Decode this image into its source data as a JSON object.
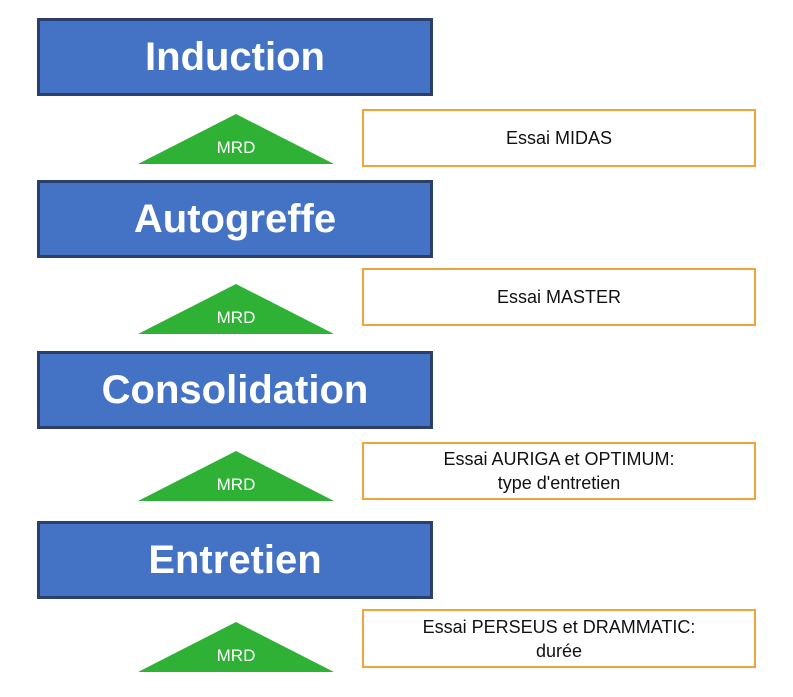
{
  "colors": {
    "phase_fill": "#4472c4",
    "phase_border": "#2b3f6b",
    "phase_text": "#ffffff",
    "triangle_fill": "#2eb135",
    "trial_border": "#f2a33a"
  },
  "phases": [
    {
      "label": "Induction"
    },
    {
      "label": "Autogreffe"
    },
    {
      "label": "Consolidation"
    },
    {
      "label": "Entretien"
    }
  ],
  "mrd_label": "MRD",
  "trials": [
    {
      "lines": [
        "Essai MIDAS"
      ]
    },
    {
      "lines": [
        "Essai MASTER"
      ]
    },
    {
      "lines": [
        "Essai AURIGA et OPTIMUM:",
        "type d'entretien"
      ]
    },
    {
      "lines": [
        "Essai PERSEUS et DRAMMATIC:",
        "durée"
      ]
    }
  ]
}
